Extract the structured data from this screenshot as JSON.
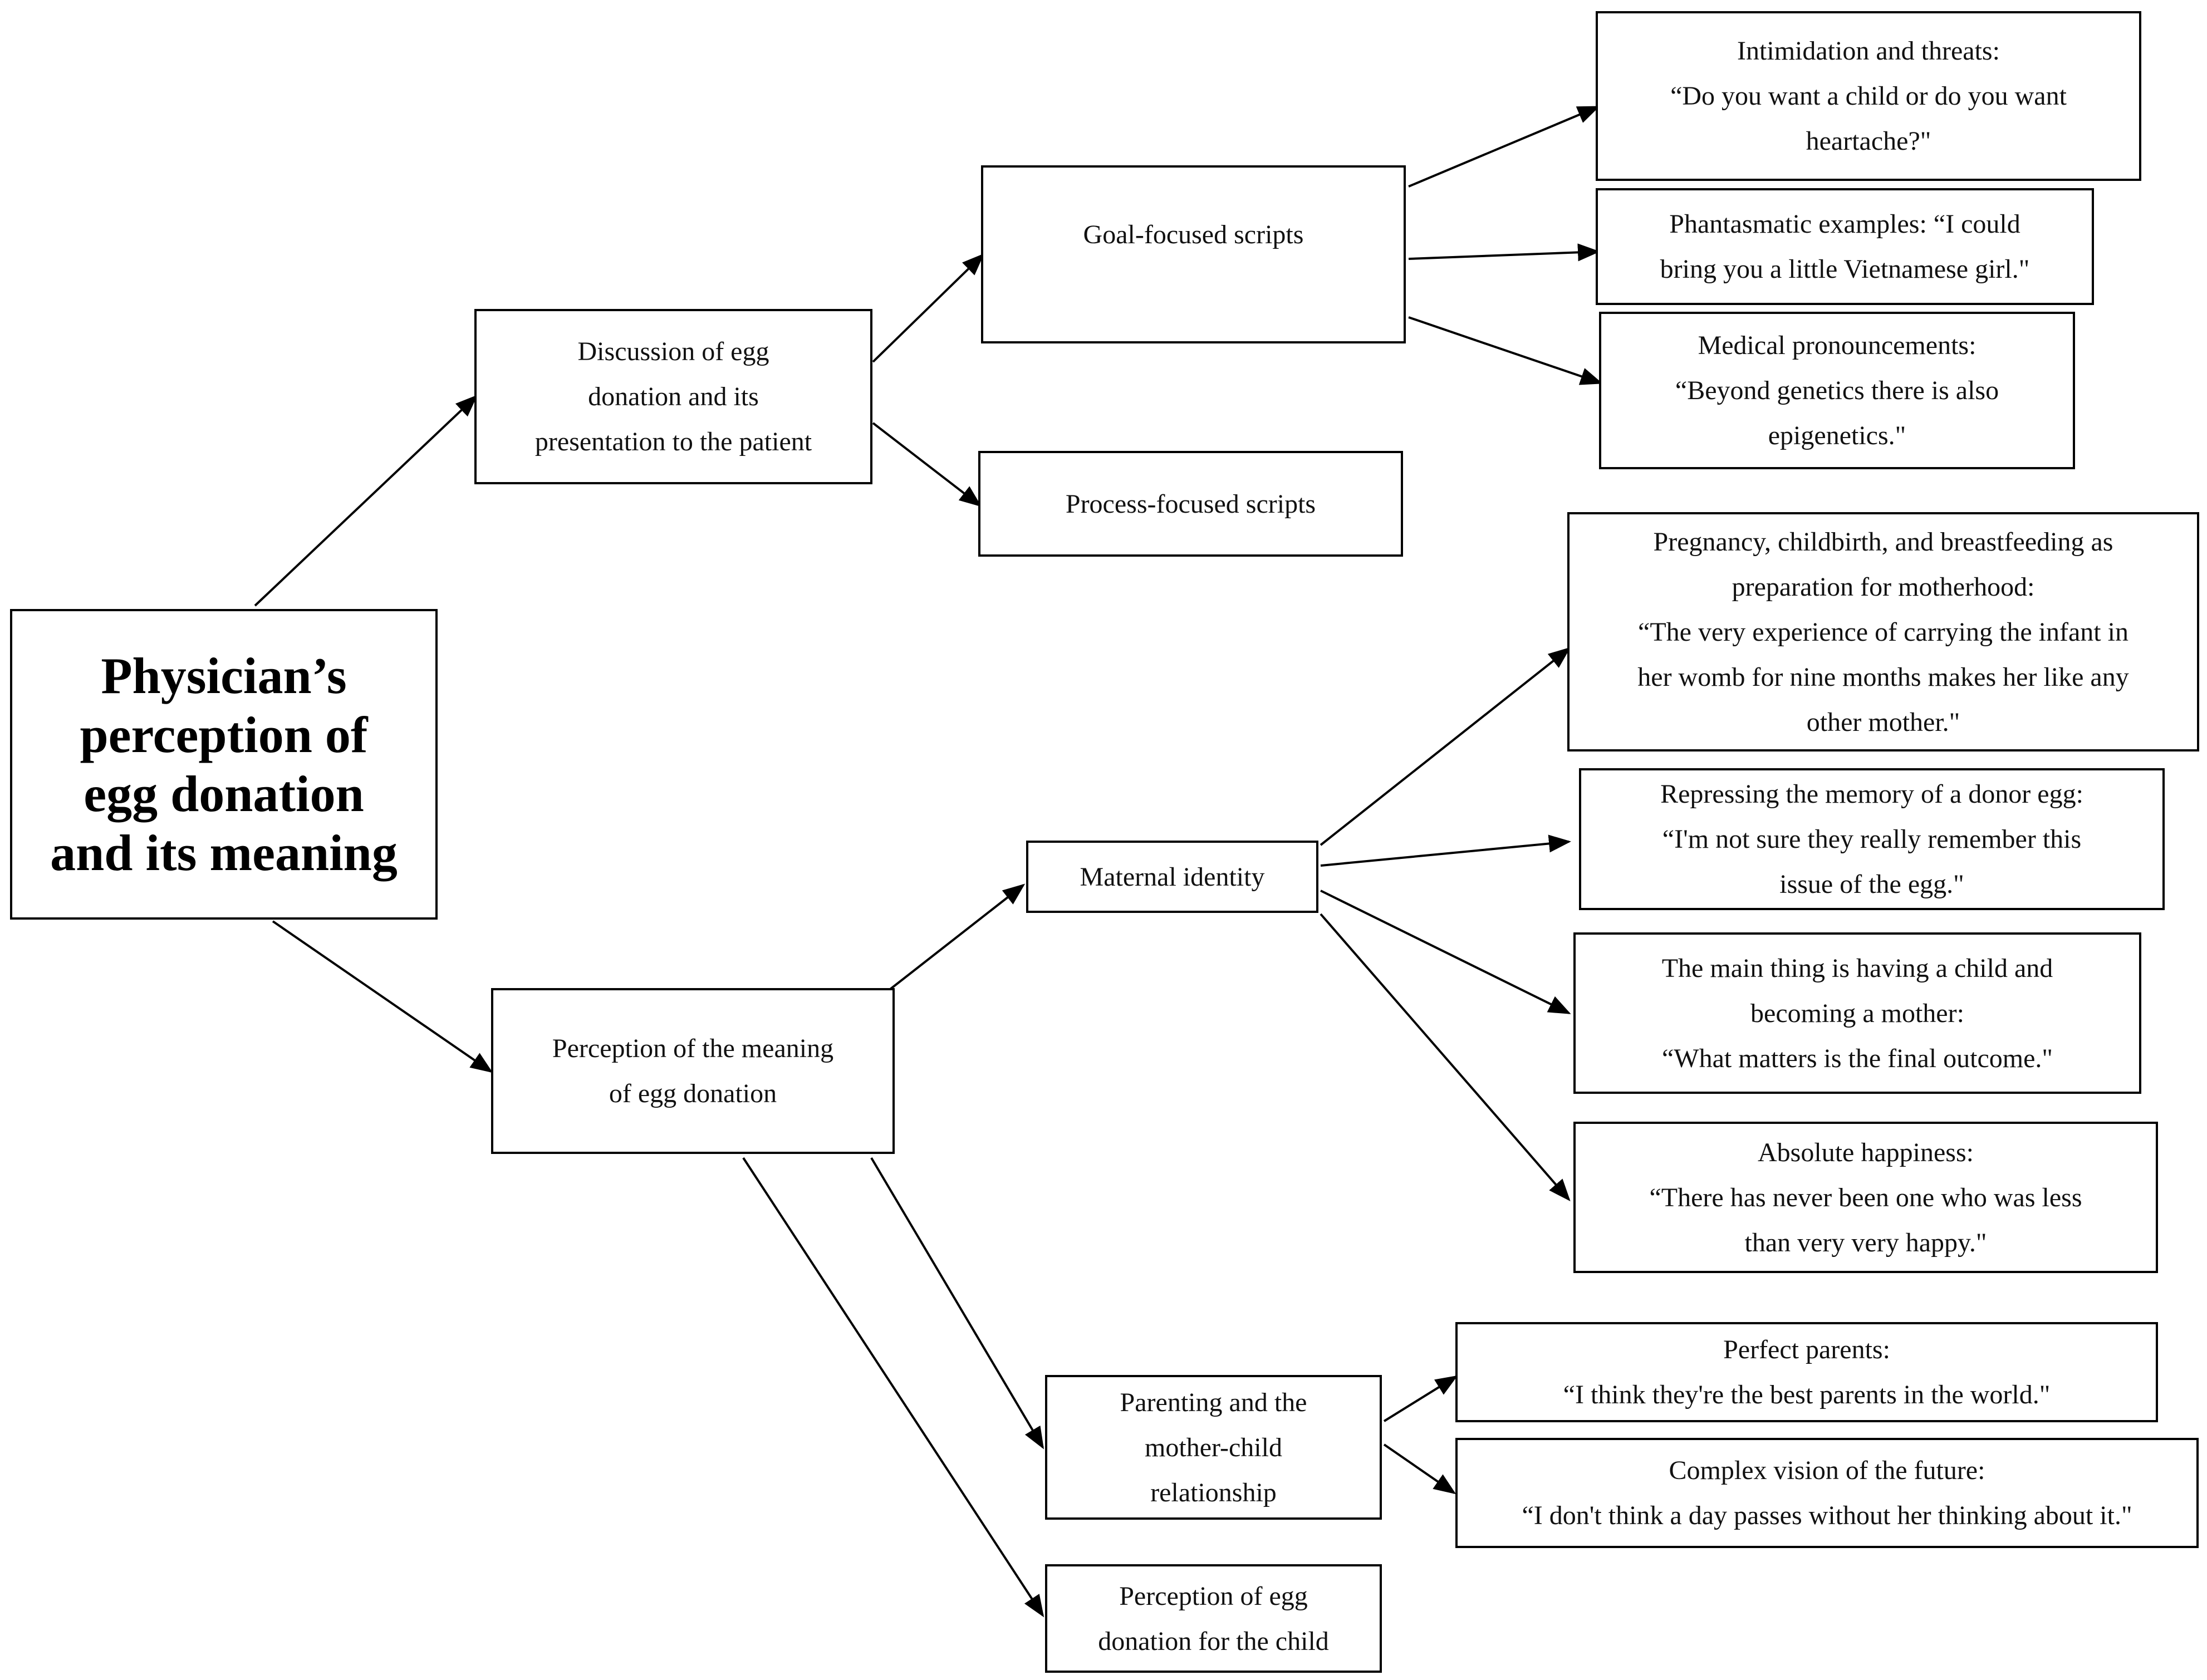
{
  "root": {
    "lines": [
      "Physician’s",
      "perception of",
      "egg donation",
      "and its meaning"
    ]
  },
  "branch_discussion": {
    "lines": [
      "Discussion of egg",
      "donation and its",
      "presentation to the patient"
    ]
  },
  "goal_scripts": {
    "label": "Goal-focused scripts"
  },
  "process_scripts": {
    "label": "Process-focused scripts"
  },
  "intimidation": {
    "lines": [
      "Intimidation and threats:",
      "“Do you want a child or do you want",
      "heartache?\""
    ]
  },
  "phantasmatic": {
    "lines": [
      "Phantasmatic examples: “I could",
      "bring you a little Vietnamese girl.\""
    ]
  },
  "medical": {
    "lines": [
      "Medical pronouncements:",
      "“Beyond genetics there is also",
      "epigenetics.\""
    ]
  },
  "branch_meaning": {
    "lines": [
      "Perception of the meaning",
      "of egg donation"
    ]
  },
  "maternal_identity": {
    "label": "Maternal identity"
  },
  "pregnancy": {
    "lines": [
      "Pregnancy, childbirth, and breastfeeding as",
      "preparation for motherhood:",
      "“The very experience of carrying the infant in",
      "her womb for nine months makes her like any",
      "other mother.\""
    ]
  },
  "repressing": {
    "lines": [
      "Repressing the memory of a donor egg:",
      "“I'm not sure they really remember this",
      "issue of the egg.\""
    ]
  },
  "main_thing": {
    "lines": [
      "The main thing is having a child and",
      "becoming a mother:",
      "“What matters is the final outcome.\""
    ]
  },
  "happiness": {
    "lines": [
      "Absolute happiness:",
      "“There has never been one who was less",
      "than very very happy.\""
    ]
  },
  "parenting": {
    "lines": [
      "Parenting and the",
      "mother-child",
      "relationship"
    ]
  },
  "child_perception": {
    "lines": [
      "Perception of egg",
      "donation for the child"
    ]
  },
  "perfect_parents": {
    "lines": [
      "Perfect parents:",
      "“I think they're the best parents in the world.\""
    ]
  },
  "complex_vision": {
    "lines": [
      "Complex vision of the future:",
      "“I don't think a day passes without her thinking about it.\""
    ]
  }
}
